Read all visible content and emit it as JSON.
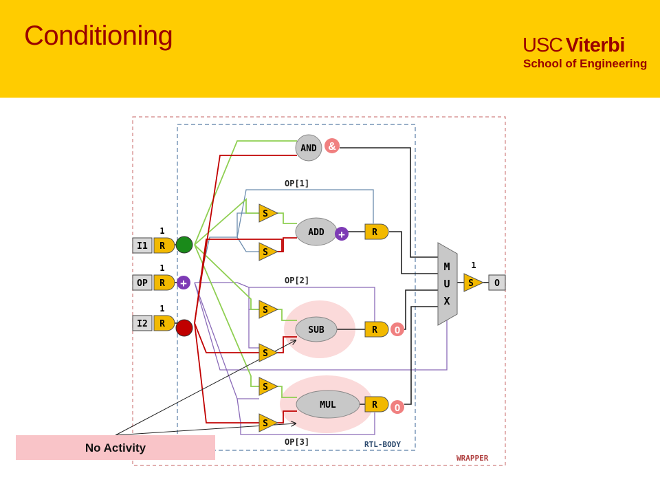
{
  "slide": {
    "title": "Conditioning"
  },
  "logo": {
    "line1_a": "USC",
    "line1_b": "Viterbi",
    "line2": "School of Engineering"
  },
  "inputs": [
    {
      "id": "in-i1",
      "label": "I1",
      "count": "1"
    },
    {
      "id": "in-op",
      "label": "OP",
      "count": "1"
    },
    {
      "id": "in-i2",
      "label": "I2",
      "count": "1"
    }
  ],
  "register_label": "R",
  "sample_label": "S",
  "units": {
    "and": "AND",
    "add": "ADD",
    "sub": "SUB",
    "mul": "MUL"
  },
  "op_labels": {
    "op1": "OP[1]",
    "op2": "OP[2]",
    "op3": "OP[3]"
  },
  "mux": {
    "m": "M",
    "u": "U",
    "x": "X"
  },
  "output": {
    "label": "O",
    "count": "1"
  },
  "boxes": {
    "rtl_body": "RTL-BODY",
    "wrapper": "WRAPPER"
  },
  "badges": {
    "and_sym": "&",
    "plus": "+",
    "zero": "0"
  },
  "callout": "No Activity",
  "colors": {
    "green": "#8fcf52",
    "red": "#c00000",
    "blue": "#6b8cae",
    "purple": "#8a6ab8",
    "dark": "#222222",
    "reg": "#f2b900",
    "badge_purple": "#7d3ab5"
  }
}
